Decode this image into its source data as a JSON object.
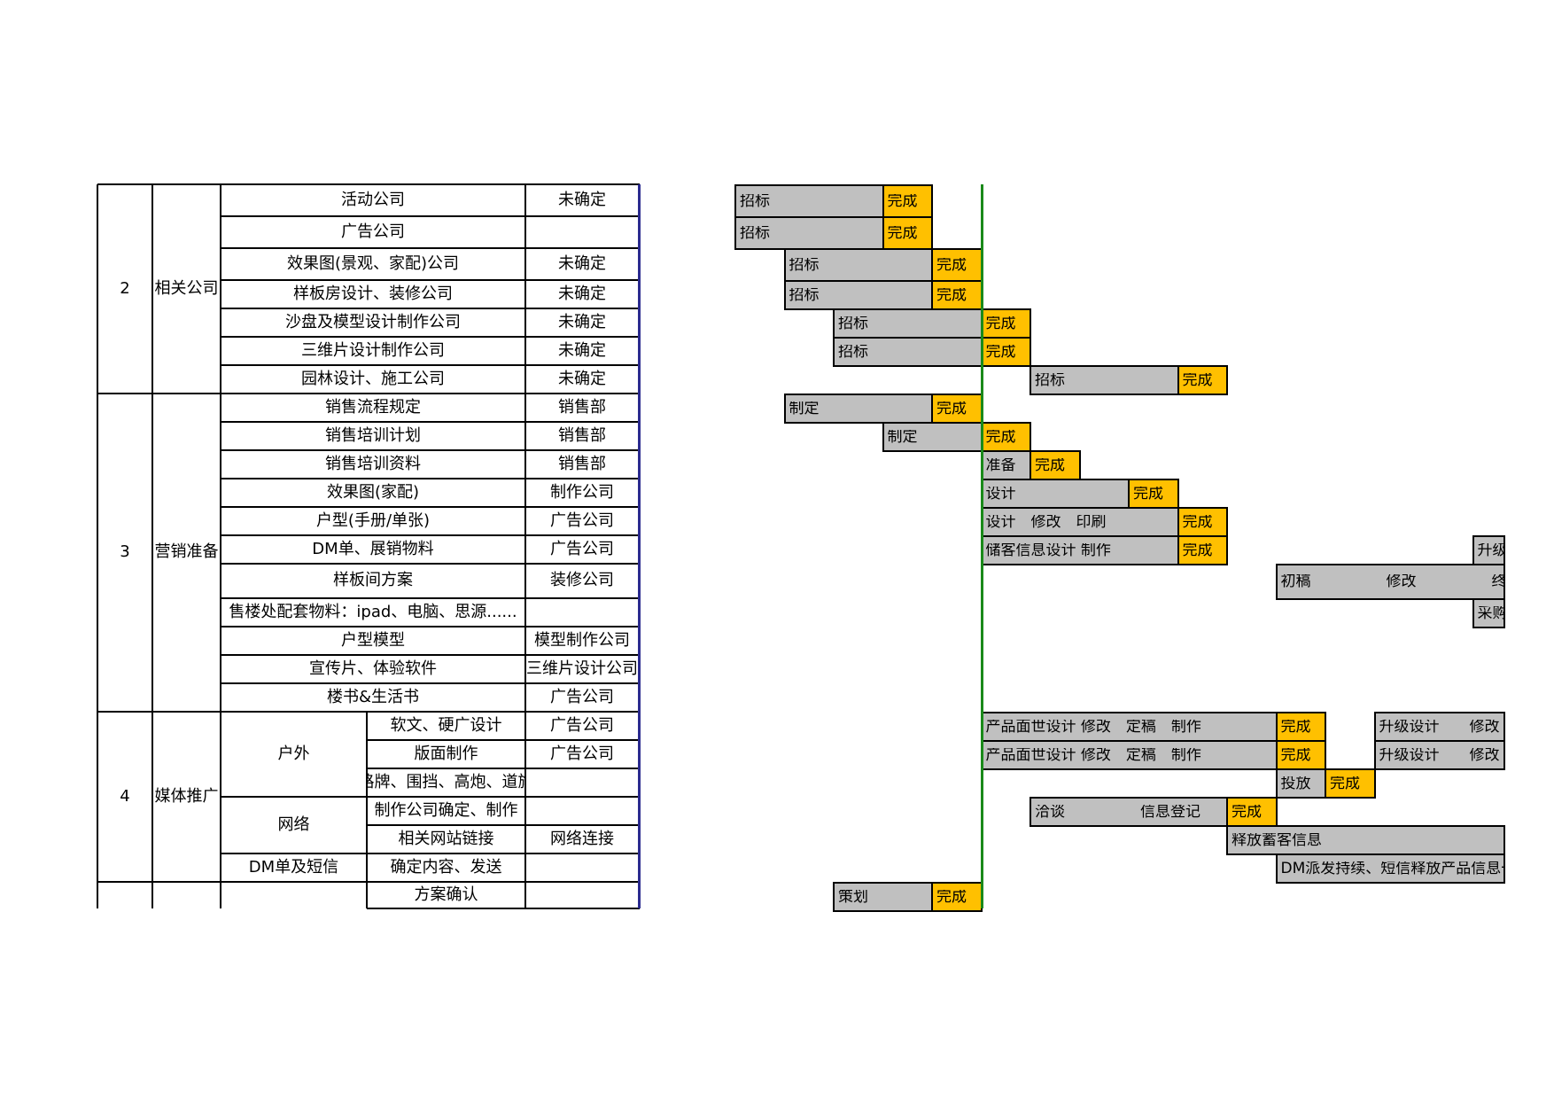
{
  "colors": {
    "grid": "#000000",
    "bar_task": "#c0c0c0",
    "bar_done": "#ffc000",
    "today_line": "#1a8a1a",
    "table_divider": "#2b2b8f"
  },
  "table": {
    "sections": [
      {
        "id": "2",
        "name": "相关公司",
        "rows": [
          {
            "item": "活动公司",
            "owner": "未确定"
          },
          {
            "item": "广告公司",
            "owner": ""
          },
          {
            "item": "效果图(景观、家配)公司",
            "owner": "未确定"
          },
          {
            "item": "样板房设计、装修公司",
            "owner": "未确定"
          },
          {
            "item": "沙盘及模型设计制作公司",
            "owner": "未确定"
          },
          {
            "item": "三维片设计制作公司",
            "owner": "未确定"
          },
          {
            "item": "园林设计、施工公司",
            "owner": "未确定"
          }
        ]
      },
      {
        "id": "3",
        "name": "营销准备",
        "rows": [
          {
            "item": "销售流程规定",
            "owner": "销售部"
          },
          {
            "item": "销售培训计划",
            "owner": "销售部"
          },
          {
            "item": "销售培训资料",
            "owner": "销售部"
          },
          {
            "item": "效果图(家配)",
            "owner": "制作公司"
          },
          {
            "item": "户型(手册/单张)",
            "owner": "广告公司"
          },
          {
            "item": "DM单、展销物料",
            "owner": "广告公司"
          },
          {
            "item": "样板间方案",
            "owner": "装修公司"
          },
          {
            "item": "售楼处配套物料：ipad、电脑、思源......",
            "owner": ""
          },
          {
            "item": "户型模型",
            "owner": "模型制作公司"
          },
          {
            "item": "宣传片、体验软件",
            "owner": "三维片设计公司"
          },
          {
            "item": "楼书&生活书",
            "owner": "广告公司"
          }
        ]
      },
      {
        "id": "4",
        "name": "媒体推广",
        "groups": [
          {
            "name": "户外",
            "rows": [
              {
                "item": "软文、硬广设计",
                "owner": "广告公司"
              },
              {
                "item": "版面制作",
                "owner": "广告公司"
              },
              {
                "item": "路牌、围挡、高炮、道旗",
                "owner": ""
              }
            ]
          },
          {
            "name": "网络",
            "rows": [
              {
                "item": "制作公司确定、制作",
                "owner": ""
              },
              {
                "item": "相关网站链接",
                "owner": "网络连接"
              }
            ]
          },
          {
            "name": "DM单及短信",
            "rows": [
              {
                "item": "确定内容、发送",
                "owner": ""
              }
            ]
          }
        ]
      },
      {
        "id": "",
        "name": "",
        "rows": [
          {
            "item": "方案确认",
            "owner": ""
          }
        ]
      }
    ]
  },
  "gantt": {
    "bars": [
      {
        "row": 0,
        "text": "招标",
        "done": false,
        "start": 0,
        "end": 3
      },
      {
        "row": 0,
        "text": "完成",
        "done": true,
        "start": 3,
        "end": 4
      },
      {
        "row": 1,
        "text": "招标",
        "done": false,
        "start": 0,
        "end": 3
      },
      {
        "row": 1,
        "text": "完成",
        "done": true,
        "start": 3,
        "end": 4
      },
      {
        "row": 2,
        "text": "招标",
        "done": false,
        "start": 1,
        "end": 4
      },
      {
        "row": 2,
        "text": "完成",
        "done": true,
        "start": 4,
        "end": 5
      },
      {
        "row": 3,
        "text": "招标",
        "done": false,
        "start": 1,
        "end": 4
      },
      {
        "row": 3,
        "text": "完成",
        "done": true,
        "start": 4,
        "end": 5
      },
      {
        "row": 4,
        "text": "招标",
        "done": false,
        "start": 2,
        "end": 5
      },
      {
        "row": 4,
        "text": "完成",
        "done": true,
        "start": 5,
        "end": 6
      },
      {
        "row": 5,
        "text": "招标",
        "done": false,
        "start": 2,
        "end": 5
      },
      {
        "row": 5,
        "text": "完成",
        "done": true,
        "start": 5,
        "end": 6
      },
      {
        "row": 6,
        "text": "招标",
        "done": false,
        "start": 6,
        "end": 9
      },
      {
        "row": 6,
        "text": "完成",
        "done": true,
        "start": 9,
        "end": 10
      },
      {
        "row": 7,
        "text": "制定",
        "done": false,
        "start": 1,
        "end": 4
      },
      {
        "row": 7,
        "text": "完成",
        "done": true,
        "start": 4,
        "end": 5
      },
      {
        "row": 8,
        "text": "制定",
        "done": false,
        "start": 3,
        "end": 5
      },
      {
        "row": 8,
        "text": "完成",
        "done": true,
        "start": 5,
        "end": 6
      },
      {
        "row": 9,
        "text": "准备",
        "done": false,
        "start": 5,
        "end": 6
      },
      {
        "row": 9,
        "text": "完成",
        "done": true,
        "start": 6,
        "end": 7
      },
      {
        "row": 10,
        "text": "设计",
        "done": false,
        "start": 5,
        "end": 8
      },
      {
        "row": 10,
        "text": "完成",
        "done": true,
        "start": 8,
        "end": 9
      },
      {
        "row": 11,
        "text": "设计　修改　印刷",
        "done": false,
        "start": 5,
        "end": 9
      },
      {
        "row": 11,
        "text": "完成",
        "done": true,
        "start": 9,
        "end": 10
      },
      {
        "row": 12,
        "text": "储客信息设计 制作",
        "done": false,
        "start": 5,
        "end": 9
      },
      {
        "row": 12,
        "text": "完成",
        "done": true,
        "start": 9,
        "end": 10
      },
      {
        "row": 12,
        "text": "升级信",
        "done": false,
        "start": 15,
        "end": 16.1
      },
      {
        "row": 13,
        "text": "初稿　　　　　修改　　　　　终稿",
        "done": false,
        "start": 11,
        "end": 16.1
      },
      {
        "row": 14,
        "text": "采购",
        "done": false,
        "start": 15,
        "end": 16.1
      },
      {
        "row": 18,
        "text": "产品面世设计 修改　定稿　制作",
        "done": false,
        "start": 5,
        "end": 11
      },
      {
        "row": 18,
        "text": "完成",
        "done": true,
        "start": 11,
        "end": 12
      },
      {
        "row": 18,
        "text": "升级设计　　修改",
        "done": false,
        "start": 13,
        "end": 16.1
      },
      {
        "row": 19,
        "text": "产品面世设计 修改　定稿　制作",
        "done": false,
        "start": 5,
        "end": 11
      },
      {
        "row": 19,
        "text": "完成",
        "done": true,
        "start": 11,
        "end": 12
      },
      {
        "row": 19,
        "text": "升级设计　　修改",
        "done": false,
        "start": 13,
        "end": 16.1
      },
      {
        "row": 20,
        "text": "投放",
        "done": false,
        "start": 11,
        "end": 12
      },
      {
        "row": 20,
        "text": "完成",
        "done": true,
        "start": 12,
        "end": 13
      },
      {
        "row": 21,
        "text": "洽谈　　　　　信息登记",
        "done": false,
        "start": 6,
        "end": 10
      },
      {
        "row": 21,
        "text": "完成",
        "done": true,
        "start": 10,
        "end": 11
      },
      {
        "row": 22,
        "text": "释放蓄客信息",
        "done": false,
        "start": 10,
        "end": 16.1
      },
      {
        "row": 23,
        "text": "DM派发持续、短信释放产品信息一",
        "done": false,
        "start": 11,
        "end": 16.1
      },
      {
        "row": 24,
        "text": "策划",
        "done": false,
        "start": 2,
        "end": 4
      },
      {
        "row": 24,
        "text": "完成",
        "done": true,
        "start": 4,
        "end": 5
      }
    ]
  }
}
